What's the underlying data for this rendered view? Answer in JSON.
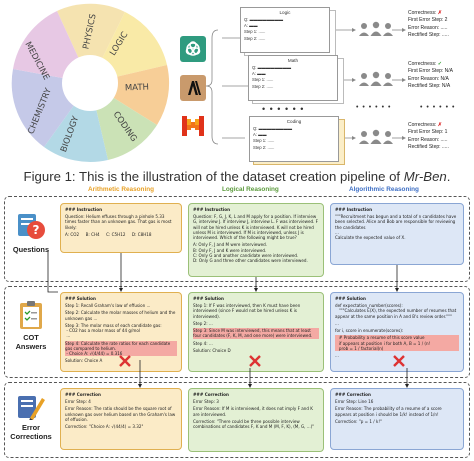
{
  "wheel": {
    "segments": [
      "PHYSICS",
      "LOGIC",
      "MATH",
      "CODING",
      "BIOLOGY",
      "CHEMISTRY",
      "MEDICINE"
    ]
  },
  "pipeline": {
    "docs": [
      {
        "title": "Logic",
        "q": "Q:",
        "a": "A:",
        "s1": "Step 1:",
        "s2": "Step 2:"
      },
      {
        "title": "Math",
        "q": "Q:",
        "a": "A:",
        "s1": "Step 1:",
        "s2": "Step 2:"
      },
      {
        "title": "Coding",
        "q": "Q:",
        "a": "A:",
        "s1": "Step 1:",
        "s2": "Step 2:"
      }
    ],
    "ellipsis": "• • • • • •",
    "results": [
      {
        "correctness": "Correctness:",
        "mark": "✗",
        "first": "First Error Step: 2",
        "reason": "Error Reason: .....",
        "rect": "Rectified Step: ....."
      },
      {
        "correctness": "Correctness:",
        "mark": "✓",
        "first": "First Error Step: N/A",
        "reason": "Error Reason: N/A",
        "rect": "Rectified Step: N/A"
      },
      {
        "correctness": "Correctness:",
        "mark": "✗",
        "first": "First Error Step: 1",
        "reason": "Error Reason: .....",
        "rect": "Rectified Step: ....."
      }
    ]
  },
  "caption": {
    "text": "Figure 1: This is the illustration of the dataset creation pipeline of ",
    "name": "Mr-Ben",
    "end": "."
  },
  "columns": {
    "arith": "Arithmetic Reasoning",
    "logical": "Logical Reasoning",
    "algo": "Algorithmic Reasoning"
  },
  "rows": {
    "questions": "Questions",
    "cot": "COT\nAnswers",
    "errors": "Error\nCorrections"
  },
  "colors": {
    "arith": "#e8a126",
    "logical": "#5b9a3c",
    "algo": "#3e6fc4",
    "highlight": "#f4a9a3"
  },
  "cards": {
    "q_arith": {
      "hd": "### Instruction",
      "body": "Question: Helium effuses through a pinhole 5.33 times faster than an unknown gas. That gas is most likely:",
      "opts": "A: CO2     B: CH4     C: C5H12     D: C8H18"
    },
    "q_logic": {
      "hd": "### Instruction",
      "body": "Question: F, G, J, K, L and M apply for a position. If interview G, interview J. If interview J, interview L. F was interviewed. F will not be hired unless K is interviewed. K will not be hired unless M is interviewed. If M is interviewed, unless J is interviewed. Which of the following might be true?",
      "opts": "A: Only F, J and M were interviewed.\nB: Only F, J and K were interviewed.\nC: Only G and another candidate were interviewed.\nD: Only G and three other candidates were interviewed."
    },
    "q_algo": {
      "hd": "### Instruction",
      "body": "\"\"\"Recruitment has begun and a total of n candidates have been selected. Alice and Bob are responsible for reviewing the candidates\n...\nCalculate the expected value of X."
    },
    "s_arith": {
      "hd": "### Solution",
      "l1": "Step 1: Recall Graham's law of effusion ...",
      "l2": "Step 2: Calculate the molar masses of helium and the unknown gas ...",
      "l3": "Step 3: The molar mass of each candidate gas:\n - CO2 has a molar mass of 44 g/mol\n ...",
      "hl": "Step 4: Calculate the rate ratios for each candidate gas compared to helium.\n - Choice A: √(4/44) = 0.316",
      "sol": "Solution: Choice A"
    },
    "s_logic": {
      "hd": "### Solution",
      "l1": "Step 1: If F was interviewed, then K must have been interviewed (since F would not be hired unless K is interviewed).",
      "l2": "Step 2: ...",
      "hl": "Step 3: Since M was interviewed, this means that at least four candidates (F, K, M, and one more) were interviewed.",
      "l4": "Step 4: ...",
      "sol": "Solution: Choice D"
    },
    "s_algo": {
      "hd": "### Solution",
      "l1": "def expectation_number(scores):\n   \"\"\"Calculates E(X), the expected number of resumes that appear at the same position in A and B's review order.\"\"\"",
      "l2": "...",
      "l3": "for i, score in enumerate(scores):",
      "hl": "   # Probability a resume of this score value\n   if appears at position i for both A, B = 1 / (n!\n   prob = 1 / factorial(n)",
      "l4": "..."
    },
    "c_arith": {
      "hd": "### Correction",
      "step": "Error Step: 4",
      "reason": "Error Reason: The ratio should be the square root of unknown gas over helium based on the Graham's law of effusion.",
      "corr": "Correction: \"Choice A: √(44/4) = 3.32\""
    },
    "c_logic": {
      "hd": "### Correction",
      "step": "Error Step: 3",
      "reason": "Error Reason: If M is interviewed, it does not imply F and K are interviewed.",
      "corr": "Correction: \"There could be three possible interview combinations of candidates F, K and M (M, F, K), (M, G, ...)\""
    },
    "c_algo": {
      "hd": "### Correction",
      "step": "Error Step: Line 16",
      "reason": "Error Reason: The probability of a resume of a score appears at position i should be 1/k! instead of 1/n!",
      "corr": "Correction: \"p = 1 / k!\""
    }
  }
}
